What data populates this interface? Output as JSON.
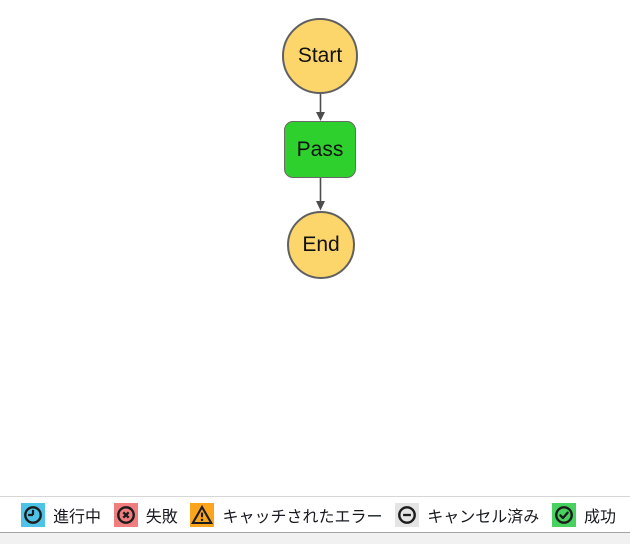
{
  "diagram": {
    "nodes": [
      {
        "id": "start",
        "label": "Start",
        "shape": "circle",
        "fill": "#FCD66B"
      },
      {
        "id": "pass",
        "label": "Pass",
        "shape": "rounded-rect",
        "fill": "#2DD02D"
      },
      {
        "id": "end",
        "label": "End",
        "shape": "circle",
        "fill": "#FCD66B"
      }
    ],
    "edges": [
      {
        "from": "Start",
        "to": "Pass"
      },
      {
        "from": "Pass",
        "to": "End"
      }
    ],
    "edge_color": "#4d4d4d",
    "node_border_color": "#606060"
  },
  "legend": {
    "items": [
      {
        "label": "進行中",
        "icon": "clock-icon",
        "color": "#4FC3E7"
      },
      {
        "label": "失敗",
        "icon": "x-circle-icon",
        "color": "#F17E7E"
      },
      {
        "label": "キャッチされたエラー",
        "icon": "warning-triangle-icon",
        "color": "#FBA51D"
      },
      {
        "label": "キャンセル済み",
        "icon": "minus-circle-icon",
        "color": "#E4E4E4"
      },
      {
        "label": "成功",
        "icon": "check-circle-icon",
        "color": "#48D15F"
      }
    ],
    "text_color": "#16191f"
  }
}
